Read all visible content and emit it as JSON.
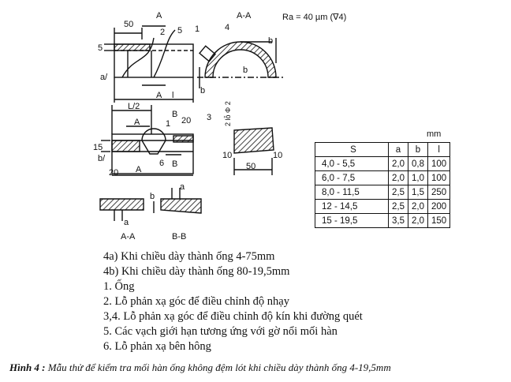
{
  "drawing": {
    "fig_a": {
      "label": "a/",
      "dim_50": "50",
      "section_mark": "A",
      "section_title": "A-A",
      "parts": [
        "2",
        "5",
        "1",
        "4"
      ],
      "dim_5": "5",
      "dim_b": "b",
      "dim_l": "l",
      "roughness": "Ra = 40 µm (∇4)"
    },
    "fig_b": {
      "label": "b/",
      "dim_L2": "L/2",
      "mark_A": "A",
      "mark_B": "B",
      "dim_20_top": "20",
      "part_3": "3",
      "part_1": "1",
      "part_6": "6",
      "dim_15": "15",
      "dim_20_bottom": "20",
      "dim_phi": "2 lỗ Φ 2",
      "dim_10_left": "10",
      "dim_10_right": "10",
      "dim_50": "50"
    },
    "sections": {
      "aa_label": "A-A",
      "bb_label": "B-B",
      "dim_a": "a",
      "dim_b": "b"
    }
  },
  "table": {
    "unit": "mm",
    "headers": [
      "S",
      "a",
      "b",
      "l"
    ],
    "rows": [
      [
        "4,0 - 5,5",
        "2,0",
        "0,8",
        "100"
      ],
      [
        "6,0 - 7,5",
        "2,0",
        "1,0",
        "100"
      ],
      [
        "8,0 - 11,5",
        "2,5",
        "1,5",
        "250"
      ],
      [
        "12 - 14,5",
        "2,5",
        "2,0",
        "200"
      ],
      [
        "15 - 19,5",
        "3,5",
        "2,0",
        "150"
      ]
    ]
  },
  "legend": [
    "4a) Khi chiều dày thành ống 4-75mm",
    "4b) Khi chiều dày thành ống 80-19,5mm",
    "1. Ống",
    "2. Lỗ phản xạ góc để điều chỉnh độ nhạy",
    "3,4. Lỗ phản xạ góc để điều chỉnh độ kín khi đường quét",
    "5. Các vạch giới hạn tương ứng với gờ nổi mối hàn",
    "6. Lỗ phản xạ bên hông"
  ],
  "caption": {
    "label": "Hình 4 :",
    "text": " Mẫu thử để kiểm tra mối hàn ống không đệm lót khi chiều dày thành ống 4-19,5mm"
  }
}
